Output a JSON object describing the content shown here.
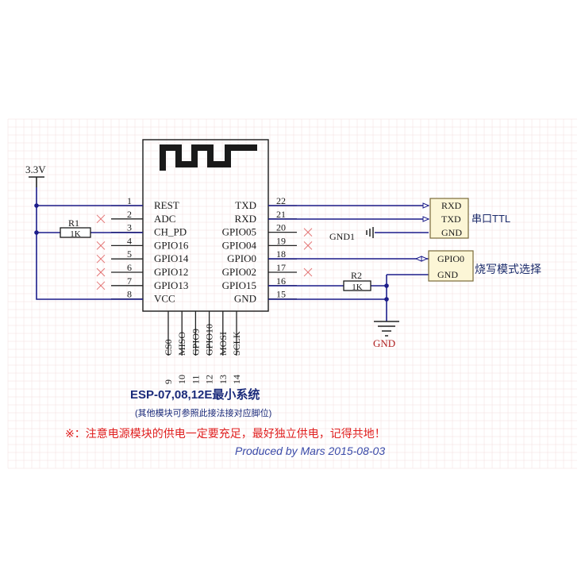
{
  "power": {
    "label": "3.3V"
  },
  "chip": {
    "left_pins": [
      {
        "num": "1",
        "name": "REST"
      },
      {
        "num": "2",
        "name": "ADC"
      },
      {
        "num": "3",
        "name": "CH_PD"
      },
      {
        "num": "4",
        "name": "GPIO16"
      },
      {
        "num": "5",
        "name": "GPIO14"
      },
      {
        "num": "6",
        "name": "GPIO12"
      },
      {
        "num": "7",
        "name": "GPIO13"
      },
      {
        "num": "8",
        "name": "VCC"
      }
    ],
    "right_pins": [
      {
        "num": "22",
        "name": "TXD"
      },
      {
        "num": "21",
        "name": "RXD"
      },
      {
        "num": "20",
        "name": "GPIO05"
      },
      {
        "num": "19",
        "name": "GPIO04"
      },
      {
        "num": "18",
        "name": "GPIO0"
      },
      {
        "num": "17",
        "name": "GPIO02"
      },
      {
        "num": "16",
        "name": "GPIO15"
      },
      {
        "num": "15",
        "name": "GND"
      }
    ],
    "bottom_pins": [
      {
        "num": "9",
        "name": "CS0"
      },
      {
        "num": "10",
        "name": "MISO"
      },
      {
        "num": "11",
        "name": "GPIO9"
      },
      {
        "num": "12",
        "name": "GPIO10"
      },
      {
        "num": "13",
        "name": "MOSI"
      },
      {
        "num": "14",
        "name": "SCLK"
      }
    ]
  },
  "r1": {
    "name": "R1",
    "value": "1K"
  },
  "r2": {
    "name": "R2",
    "value": "1K"
  },
  "uart": {
    "pins": [
      "RXD",
      "TXD",
      "GND"
    ],
    "label": "串口TTL",
    "gnd_label": "GND1"
  },
  "flash": {
    "pins": [
      "GPIO0",
      "GND"
    ],
    "label": "烧写模式选择"
  },
  "gnd": {
    "label": "GND"
  },
  "caption": {
    "title": "ESP-07,08,12E最小系统",
    "subtitle": "(其他模块可参照此接法接对应脚位)",
    "warning": "※：注意电源模块的供电一定要充足，最好独立供电，记得共地！",
    "credit": "Produced by Mars  2015-08-03"
  },
  "colors": {
    "wire": "#1c1c8a",
    "warning": "#e02020",
    "credit": "#3a4aa8",
    "title": "#1a2a7a",
    "grid": "#f1dede"
  }
}
